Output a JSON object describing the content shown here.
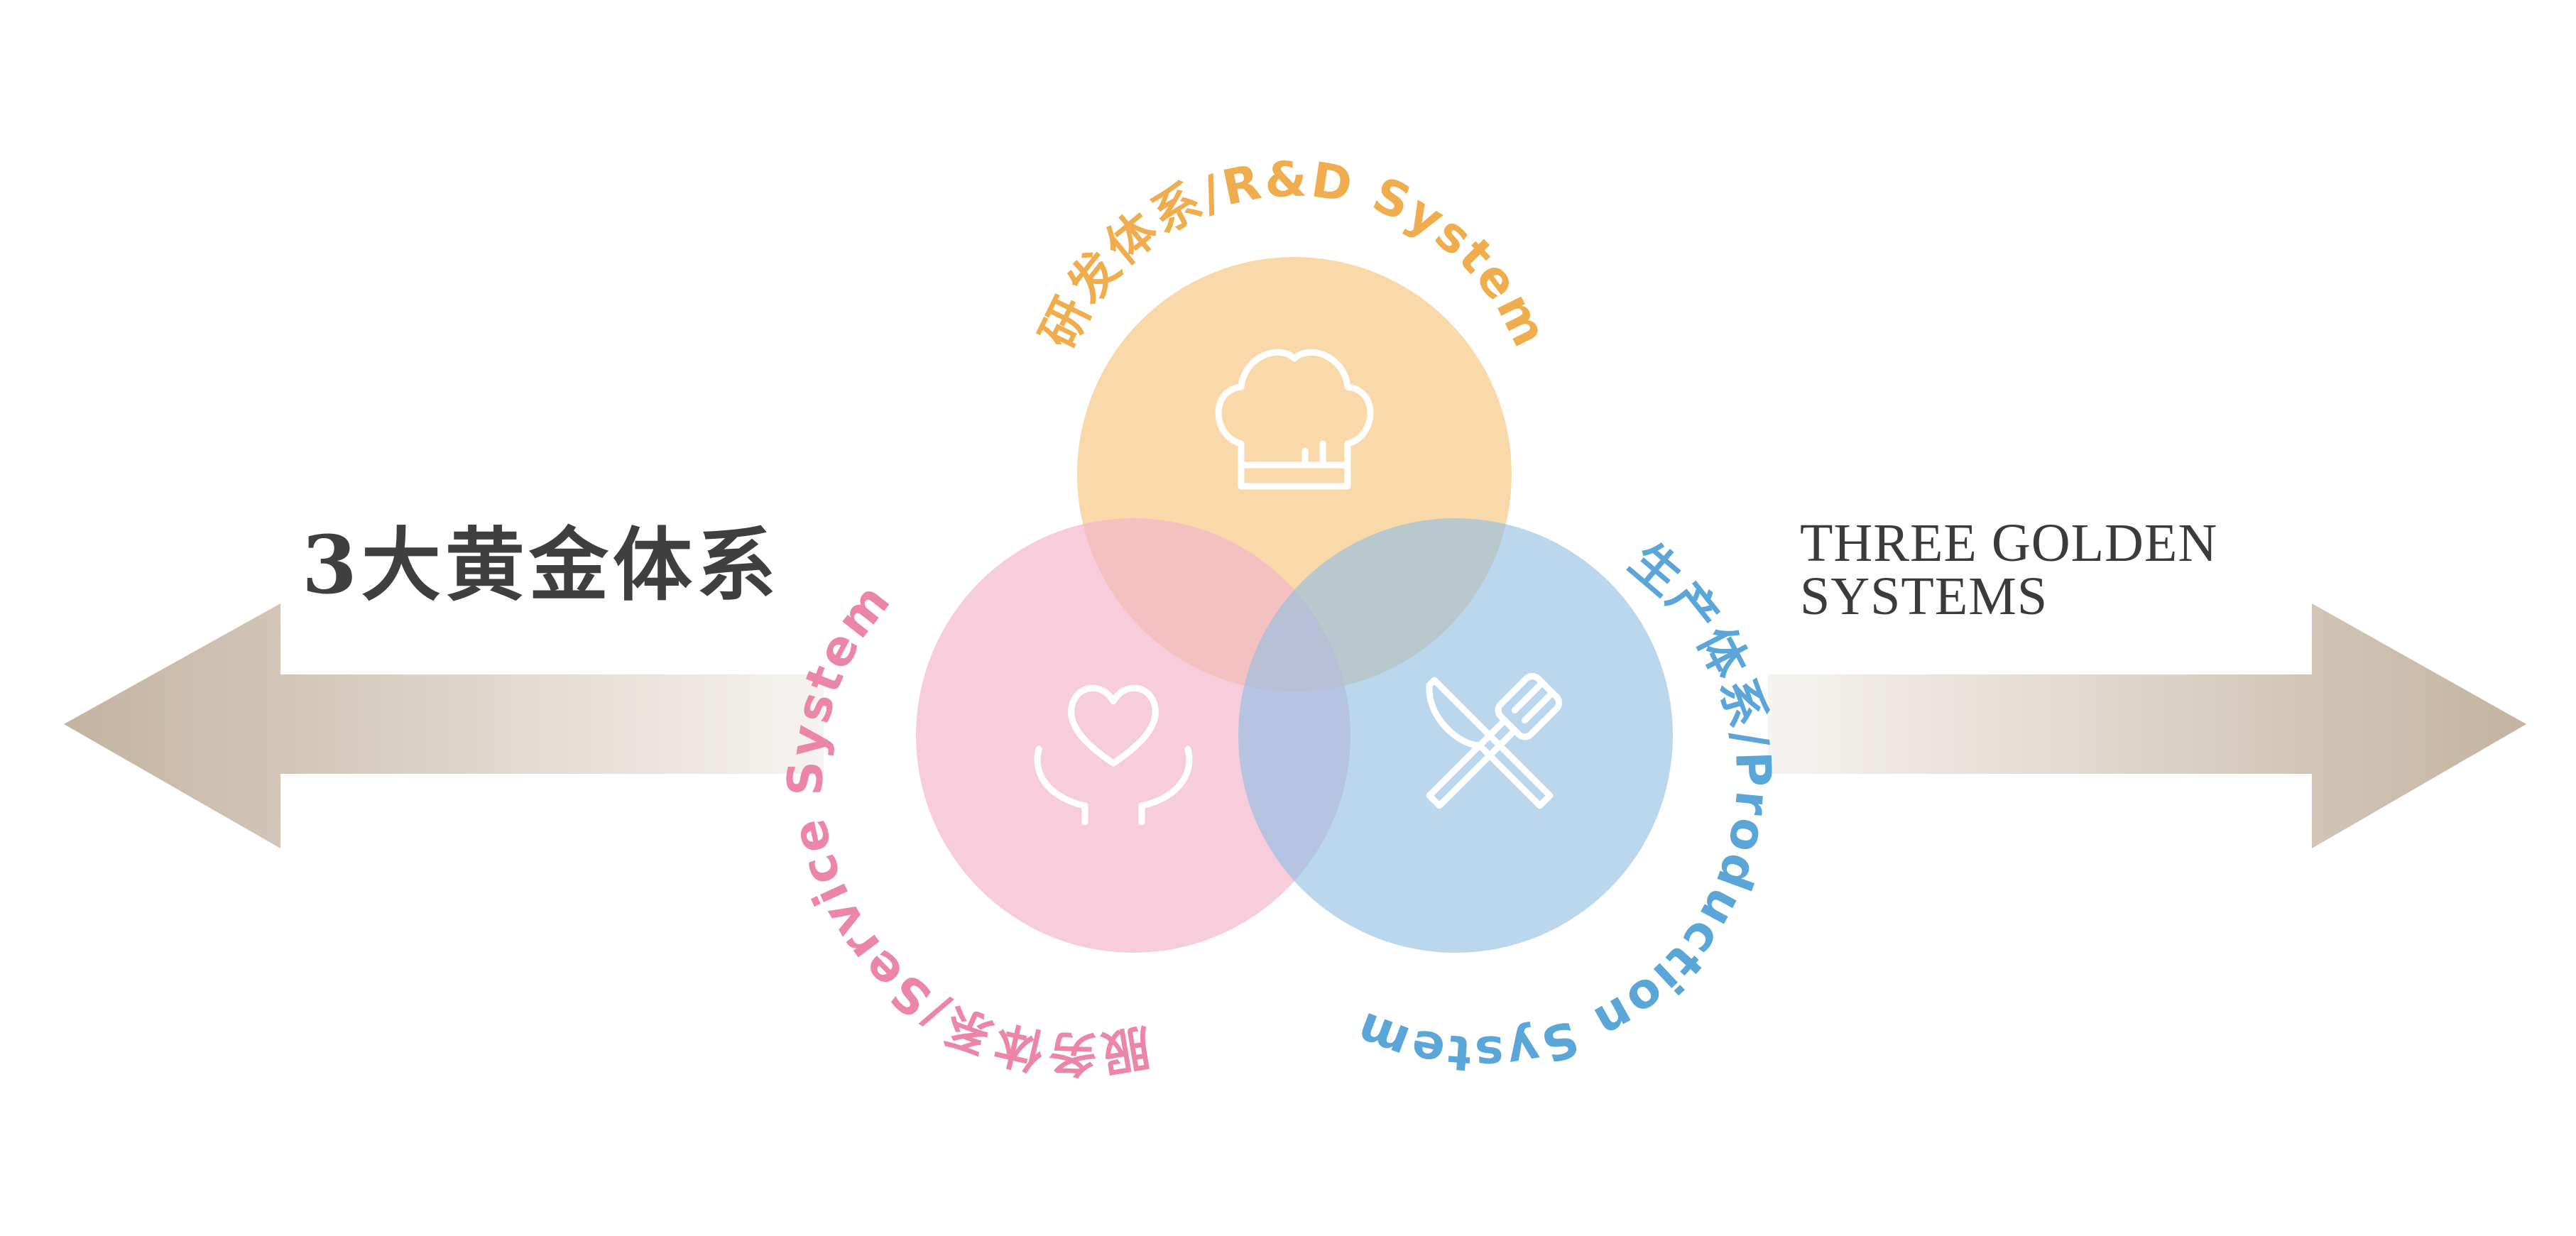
{
  "title": {
    "cn": "3大黄金体系",
    "en_line1": "THREE GOLDEN",
    "en_line2": "SYSTEMS"
  },
  "systems": [
    {
      "key": "rd",
      "label": "研发体系/R&D System",
      "icon": "chef-hat-icon",
      "color": "#f6c988",
      "label_color": "#f0ad4e"
    },
    {
      "key": "service",
      "label": "服务体系/Service System",
      "icon": "heart-hands-icon",
      "color": "#f3b6cb",
      "label_color": "#ec86a8"
    },
    {
      "key": "production",
      "label": "生产体系/Production System",
      "icon": "fork-knife-icon",
      "color": "#a4cbe8",
      "label_color": "#5aa6d8"
    }
  ],
  "colors": {
    "arrow_dark": "#c4b3a0",
    "arrow_light": "#f4f0ec"
  }
}
